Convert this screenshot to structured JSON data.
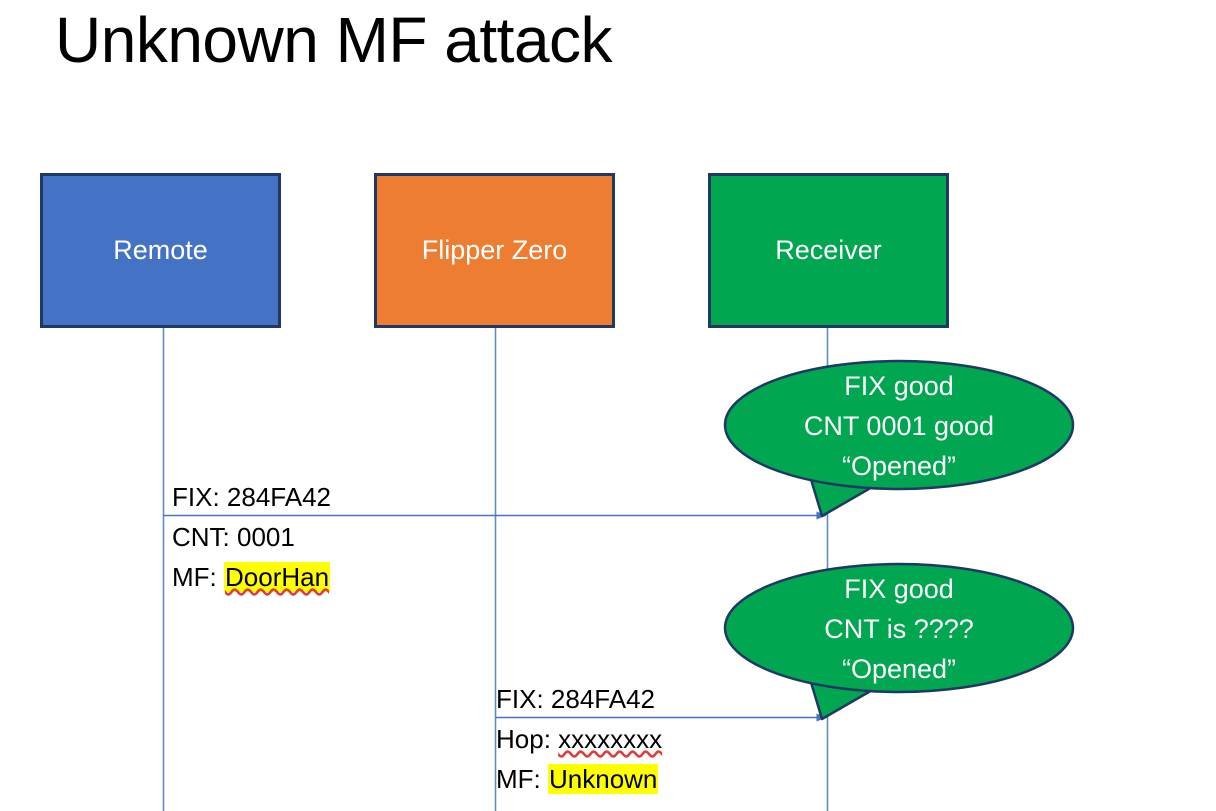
{
  "slide": {
    "title": "Unknown MF attack",
    "background": "#ffffff"
  },
  "colors": {
    "remote_fill": "#4472C4",
    "flipper_fill": "#ED7D31",
    "receiver_fill": "#00A650",
    "box_border": "#1F3864",
    "lifeline": "#5B8DC8",
    "arrow": "#4472C4",
    "highlight": "#FFFF00",
    "spellcheck_underline": "#E03A3A",
    "bubble_fill": "#00A650",
    "bubble_border": "#1F3864",
    "label_text": "#000000",
    "bubble_text": "#ffffff"
  },
  "actors": [
    {
      "id": "remote",
      "label": "Remote"
    },
    {
      "id": "flipper",
      "label": "Flipper Zero"
    },
    {
      "id": "receiver",
      "label": "Receiver"
    }
  ],
  "messages": [
    {
      "id": "msg-1",
      "from": "remote",
      "to": "receiver",
      "lines": [
        {
          "label": "FIX:",
          "value": "284FA42",
          "highlight": false,
          "spellcheck": false
        },
        {
          "label": "CNT:",
          "value": "0001",
          "highlight": false,
          "spellcheck": false
        },
        {
          "label": "MF:",
          "value": "DoorHan",
          "highlight": true,
          "spellcheck": true
        }
      ]
    },
    {
      "id": "msg-2",
      "from": "flipper",
      "to": "receiver",
      "lines": [
        {
          "label": "FIX:",
          "value": "284FA42",
          "highlight": false,
          "spellcheck": false
        },
        {
          "label": "Hop:",
          "value": "xxxxxxxx",
          "highlight": false,
          "spellcheck": true
        },
        {
          "label": "MF:",
          "value": "Unknown",
          "highlight": true,
          "spellcheck": false
        }
      ]
    }
  ],
  "bubbles": [
    {
      "id": "bubble-1",
      "attached_to": "receiver",
      "lines": [
        "FIX good",
        "CNT 0001 good",
        "“Opened”"
      ]
    },
    {
      "id": "bubble-2",
      "attached_to": "receiver",
      "lines": [
        "FIX good",
        "CNT is ????",
        "“Opened”"
      ]
    }
  ]
}
